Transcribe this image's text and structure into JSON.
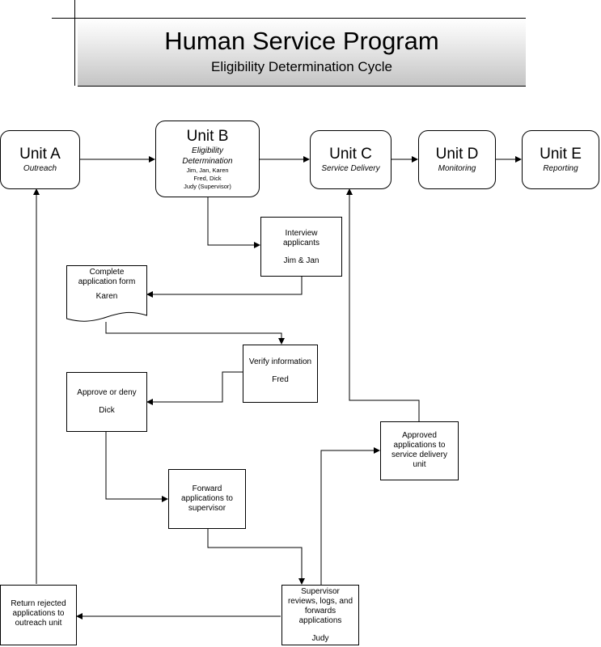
{
  "title": "Human Service Program",
  "subtitle": "Eligibility Determination Cycle",
  "units": {
    "a": {
      "name": "Unit A",
      "role": "Outreach"
    },
    "b": {
      "name": "Unit B",
      "role": "Eligibility Determination",
      "staff": [
        "Jim, Jan, Karen",
        "Fred, Dick",
        "Judy (Supervisor)"
      ]
    },
    "c": {
      "name": "Unit C",
      "role": "Service Delivery"
    },
    "d": {
      "name": "Unit D",
      "role": "Monitoring"
    },
    "e": {
      "name": "Unit E",
      "role": "Reporting"
    }
  },
  "steps": {
    "interview": {
      "text": "Interview applicants",
      "who": "Jim & Jan"
    },
    "complete": {
      "text": "Complete application form",
      "who": "Karen"
    },
    "verify": {
      "text": "Verify information",
      "who": "Fred"
    },
    "approve": {
      "text": "Approve or deny",
      "who": "Dick"
    },
    "forward": {
      "text": "Forward applications to supervisor"
    },
    "approved": {
      "text": "Approved applications to service delivery unit"
    },
    "supervisor": {
      "text": "Supervisor reviews, logs, and forwards applications",
      "who": "Judy"
    },
    "return": {
      "text": "Return rejected applications to outreach unit"
    }
  }
}
